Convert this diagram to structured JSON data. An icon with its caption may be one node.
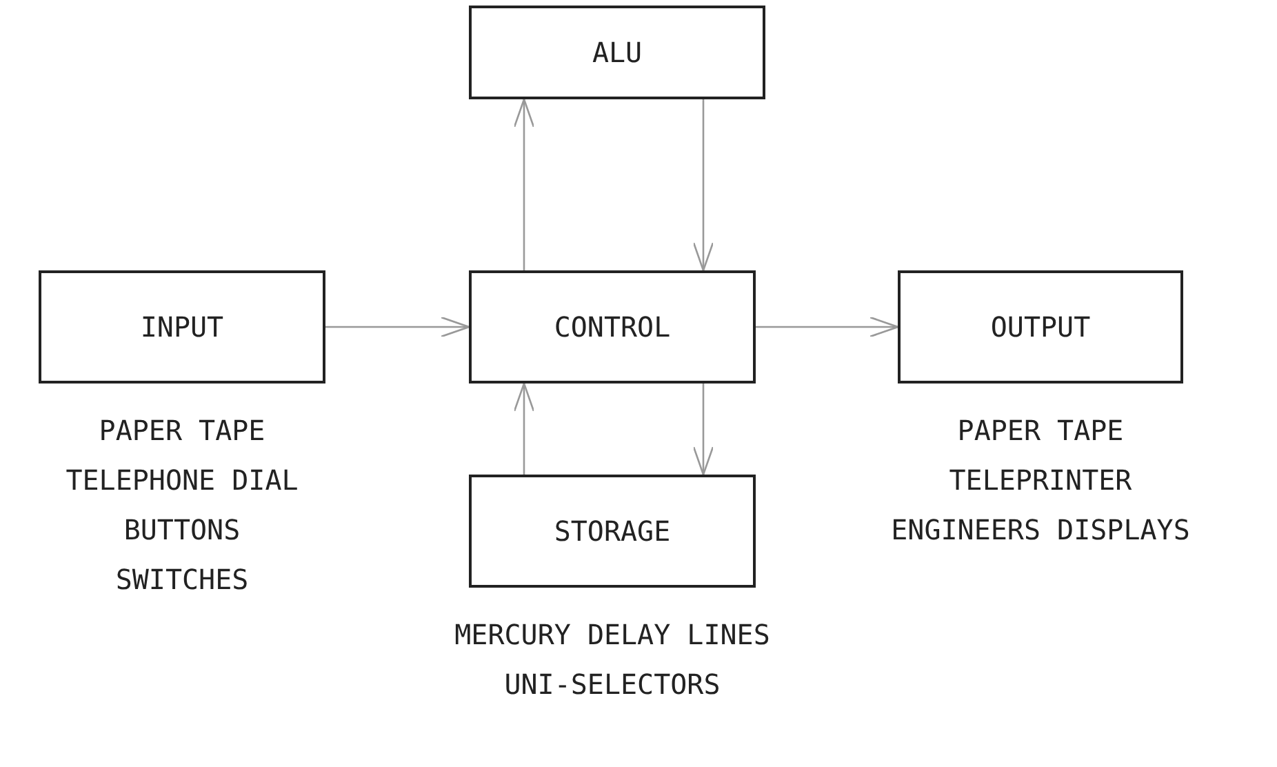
{
  "diagram": {
    "nodes": [
      {
        "text": [
          "ALU"
        ]
      },
      {
        "text": [
          "INPUT"
        ],
        "beside": [
          "PAPER TAPE",
          "TELEPHONE DIAL",
          "BUTTONS",
          "SWITCHES"
        ]
      },
      {
        "text": [
          "CONTROL"
        ]
      },
      {
        "text": [
          "OUTPUT"
        ],
        "beside": [
          "PAPER TAPE",
          "TELEPRINTER",
          "ENGINEERS DISPLAYS"
        ]
      },
      {
        "text": [
          "STORAGE"
        ],
        "beside": [
          "MERCURY DELAY LINES",
          "UNI-SELECTORS"
        ]
      }
    ],
    "edges": [
      {
        "from": 1,
        "to": 2,
        "arrow": "to"
      },
      {
        "from": 2,
        "to": 0,
        "arrow": "to"
      },
      {
        "from": 0,
        "to": 2,
        "arrow": "to"
      },
      {
        "from": 2,
        "to": 3,
        "arrow": "to"
      },
      {
        "from": 2,
        "to": 4,
        "arrow": "to"
      },
      {
        "from": 4,
        "to": 2,
        "arrow": "to"
      }
    ]
  }
}
